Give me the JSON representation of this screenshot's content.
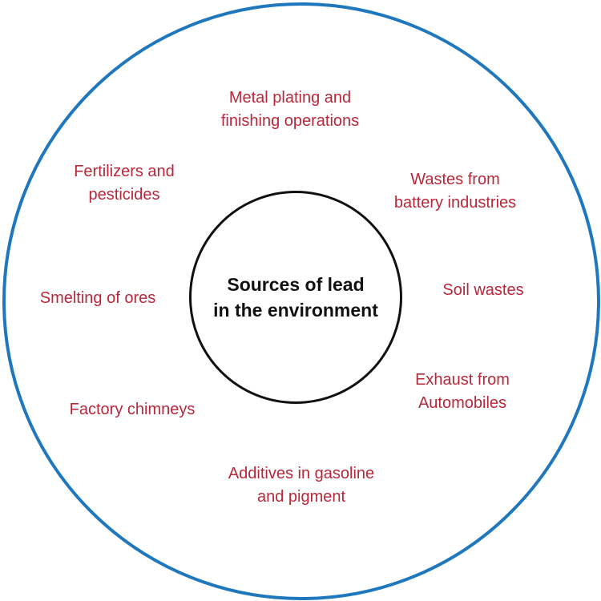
{
  "diagram": {
    "center_label": {
      "line1": "Sources of lead",
      "line2": "in the environment"
    },
    "sources": [
      {
        "id": "metal-plating",
        "lines": [
          "Metal plating and",
          "finishing operations"
        ]
      },
      {
        "id": "battery-wastes",
        "lines": [
          "Wastes from",
          "battery industries"
        ]
      },
      {
        "id": "soil-wastes",
        "lines": [
          "Soil wastes"
        ]
      },
      {
        "id": "automobile-exhaust",
        "lines": [
          "Exhaust from",
          "Automobiles"
        ]
      },
      {
        "id": "gasoline-additives",
        "lines": [
          "Additives in gasoline",
          "and pigment"
        ]
      },
      {
        "id": "factory-chimneys",
        "lines": [
          "Factory chimneys"
        ]
      },
      {
        "id": "smelting",
        "lines": [
          "Smelting of ores"
        ]
      },
      {
        "id": "fertilizers",
        "lines": [
          "Fertilizers and",
          "pesticides"
        ]
      }
    ],
    "colors": {
      "outer_ring": "#1f78bd",
      "center_border": "#111111",
      "source_text": "#b7283a"
    }
  }
}
